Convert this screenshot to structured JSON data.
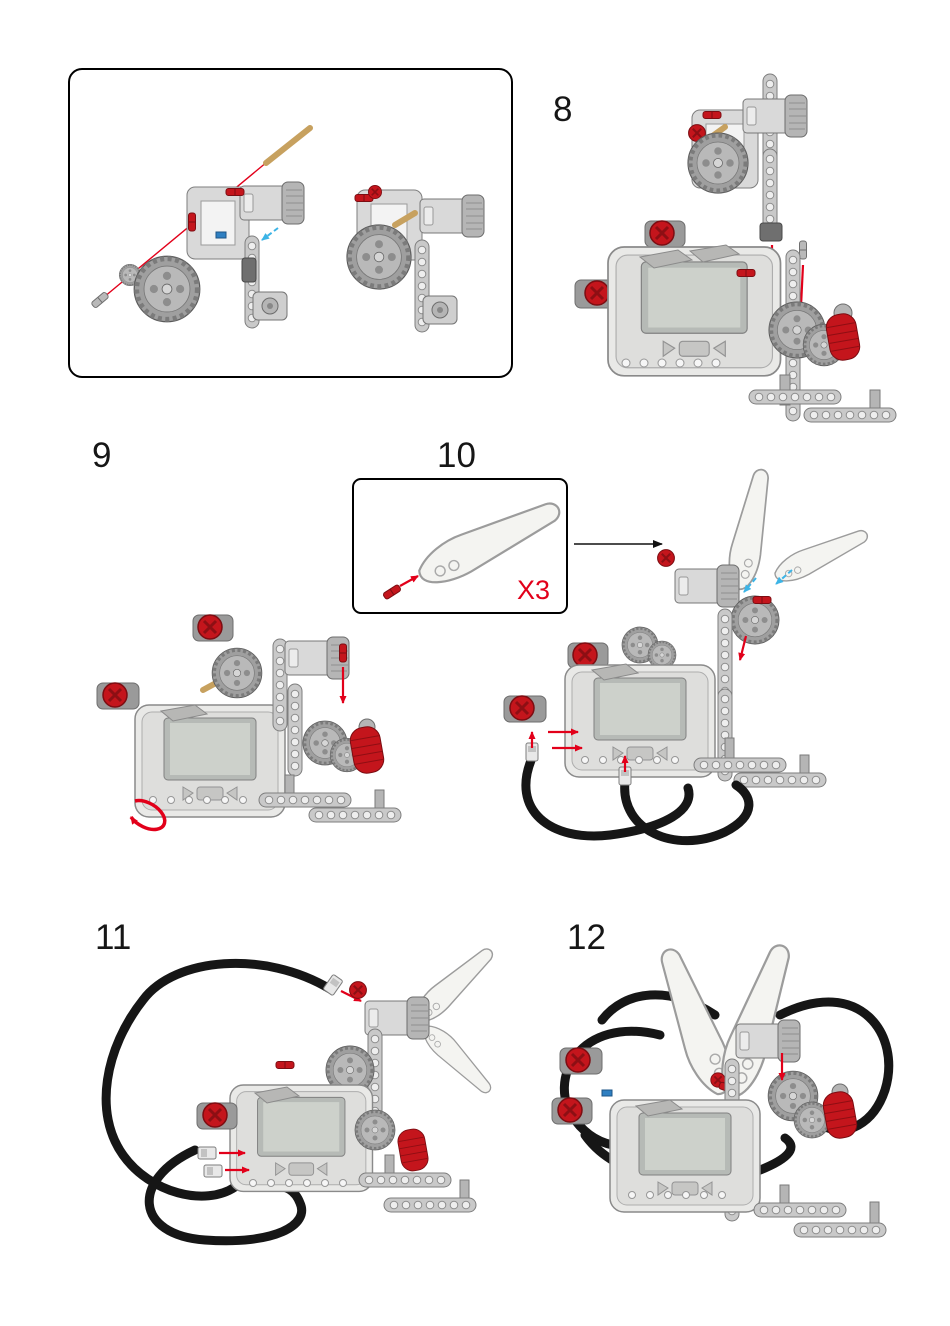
{
  "steps": [
    {
      "label": "8"
    },
    {
      "label": "9"
    },
    {
      "label": "10"
    },
    {
      "label": "11"
    },
    {
      "label": "12"
    }
  ],
  "parts_callout": {
    "quantity_label": "X3"
  },
  "colors": {
    "page_bg": "#ffffff",
    "outline": "#000000",
    "accent_red": "#e2001a",
    "part_red": "#c4151c",
    "arrow_blue": "#3cb4e6",
    "axle_tan": "#c7a15f",
    "cable_black": "#161616",
    "part_light": "#e6e6e4",
    "part_mid": "#bdbdbd",
    "part_dark": "#8a8a8a",
    "blade_white": "#f4f4f1"
  }
}
